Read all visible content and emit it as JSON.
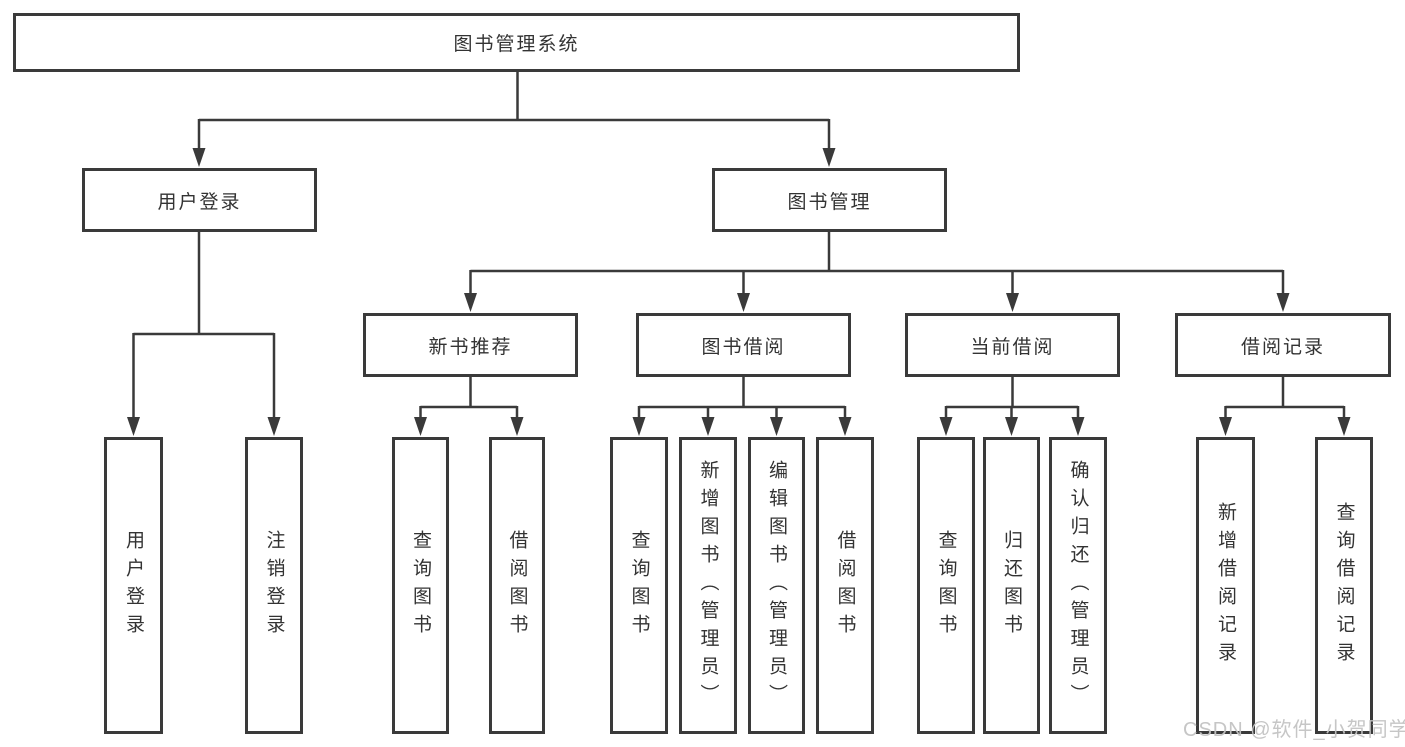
{
  "diagram": {
    "root": {
      "label": "图书管理系统"
    },
    "branches": [
      {
        "label": "用户登录",
        "children": [
          {
            "label": "用户登录"
          },
          {
            "label": "注销登录"
          }
        ]
      },
      {
        "label": "图书管理",
        "children": [
          {
            "label": "新书推荐",
            "children": [
              {
                "label": "查询图书"
              },
              {
                "label": "借阅图书"
              }
            ]
          },
          {
            "label": "图书借阅",
            "children": [
              {
                "label": "查询图书"
              },
              {
                "label": "新增图书（管理员）"
              },
              {
                "label": "编辑图书（管理员）"
              },
              {
                "label": "借阅图书"
              }
            ]
          },
          {
            "label": "当前借阅",
            "children": [
              {
                "label": "查询图书"
              },
              {
                "label": "归还图书"
              },
              {
                "label": "确认归还（管理员）"
              }
            ]
          },
          {
            "label": "借阅记录",
            "children": [
              {
                "label": "新增借阅记录"
              },
              {
                "label": "查询借阅记录"
              }
            ]
          }
        ]
      }
    ],
    "watermark": "CSDN @软件_小贺同学",
    "colors": {
      "line": "#3a3a3a",
      "text": "#333333",
      "background": "#ffffff",
      "watermark": "#c3c3c3"
    }
  }
}
